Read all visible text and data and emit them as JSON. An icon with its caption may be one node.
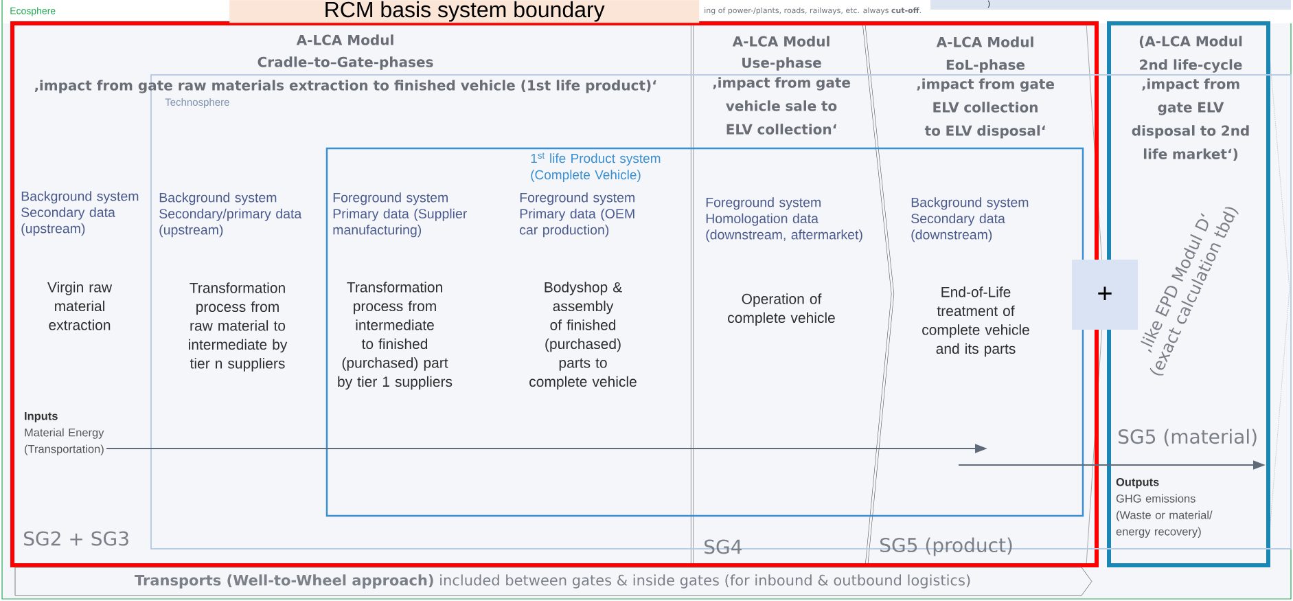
{
  "diagram": {
    "nodes": [
      {
        "text": [
          "Ecosphere"
        ]
      },
      {
        "text": [
          "RCM basis system boundary"
        ],
        "in": 0
      },
      {
        "text": [
          "Technosphere"
        ],
        "in": 0
      },
      {
        "text": [
          "1$^{st}$ life Product system (Complete Vehicle)"
        ],
        "in": 2
      },
      {
        "text": [
          "(A-LCA Modul",
          "2nd life-cycle",
          "‚impact from gate ELV disposal to 2nd life market‘)",
          "‚like EPD Modul D‘ (exact calculation tbd)",
          "SG5 (material)"
        ],
        "in": 0
      },
      {
        "text": [
          "+"
        ],
        "in": 2
      },
      {
        "text": [
          "**Transports (Well-to-Wheel approach)** included between gates & inside gates (for inbound & outbound logistics)"
        ],
        "in": 0
      },
      {
        "text": [
          "Inputs",
          "Material Energy (Transportation)"
        ],
        "in": 1
      },
      {
        "text": [
          "Outputs",
          "GHG emissions (Waste or material/ energy recovery)"
        ],
        "in": 4
      }
    ],
    "edges": [
      {
        "from": 7,
        "to": 3,
        "arrow": "to"
      },
      {
        "from": 3,
        "to": 4,
        "arrow": "to"
      }
    ],
    "labels": [
      "ing of power-/plants, roads, railways, etc. always **cut-off**.",
      ")",
      "A-LCA Modul",
      "Cradle–to–Gate-phases",
      "‚impact from gate raw materials extraction to finished vehicle (1st life product)‘",
      "A-LCA Modul",
      "Use-phase",
      "‚impact from gate vehicle sale to ELV collection‘",
      "A-LCA Modul",
      "EoL-phase",
      "‚impact from gate ELV collection to ELV disposal‘",
      "Background system Secondary data (upstream)",
      "Background system Secondary/primary data (upstream)",
      "Foreground system Primary data (Supplier manufacturing)",
      "Foreground system Primary data (OEM car production)",
      "Foreground system Homologation data (downstream, aftermarket)",
      "Background system Secondary data (downstream)",
      "Virgin raw material extraction",
      "Transformation process from raw material to intermediate by tier n suppliers",
      "Transformation process from intermediate to finished (purchased) part by tier 1 suppliers",
      "Bodyshop & assembly of finished (purchased) parts to complete vehicle",
      "Operation of complete vehicle",
      "End-of-Life treatment of complete vehicle and its parts",
      "SG2 + SG3",
      "SG4",
      "SG5 (product)"
    ]
  }
}
